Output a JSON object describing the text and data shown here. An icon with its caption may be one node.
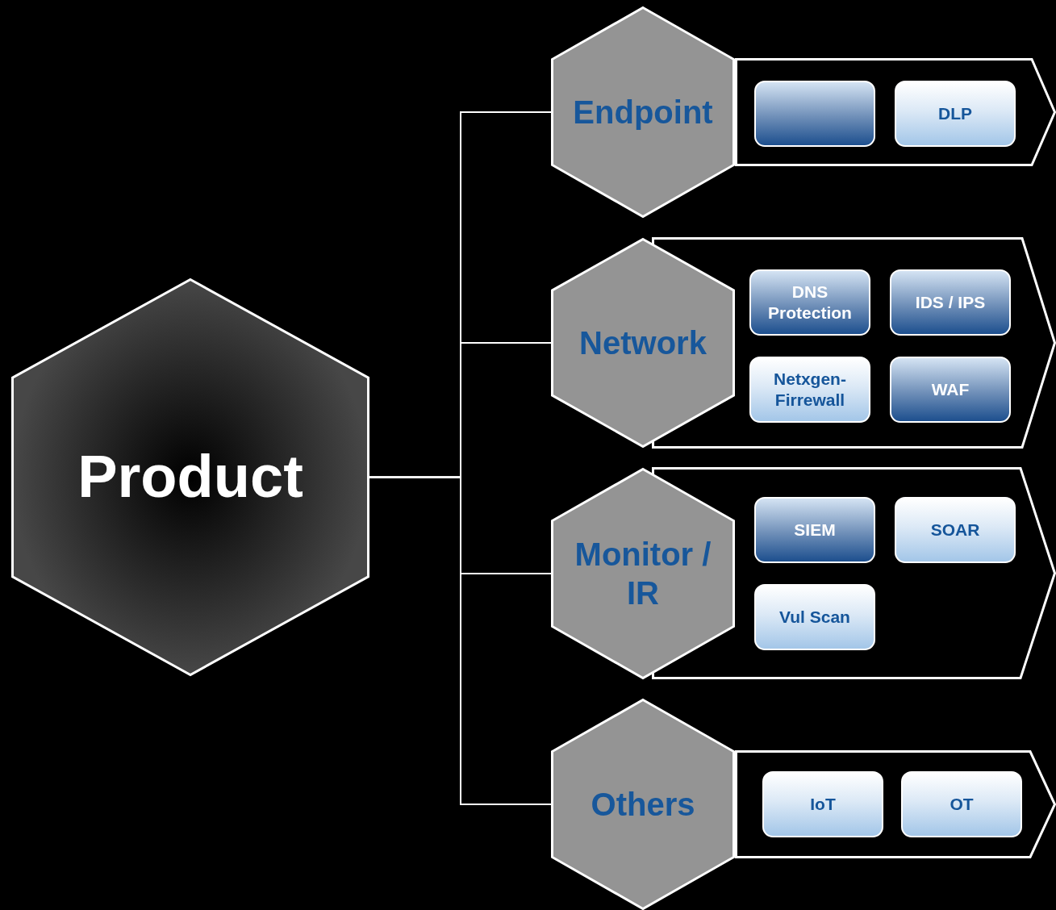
{
  "diagram": {
    "nodes": [
      {
        "text": [
          "Product"
        ]
      },
      {
        "text": [
          "Endpoint"
        ]
      },
      {
        "text": [],
        "shape": "band"
      },
      {
        "text": [],
        "shape": "box",
        "in": 2
      },
      {
        "text": [
          "DLP"
        ],
        "in": 2
      },
      {
        "text": [
          "Network"
        ]
      },
      {
        "text": [],
        "shape": "band"
      },
      {
        "text": [
          "DNS Protection"
        ],
        "in": 6
      },
      {
        "text": [
          "IDS / IPS"
        ],
        "in": 6
      },
      {
        "text": [
          "Netxgen- Firrewall"
        ],
        "in": 6
      },
      {
        "text": [
          "WAF"
        ],
        "in": 6
      },
      {
        "text": [
          "Monitor / IR"
        ]
      },
      {
        "text": [],
        "shape": "band"
      },
      {
        "text": [
          "SIEM"
        ],
        "in": 12
      },
      {
        "text": [
          "SOAR"
        ],
        "in": 12
      },
      {
        "text": [
          "Vul Scan"
        ],
        "in": 12
      },
      {
        "text": [
          "Others"
        ]
      },
      {
        "text": [],
        "shape": "band"
      },
      {
        "text": [
          "IoT"
        ],
        "in": 17
      },
      {
        "text": [
          "OT"
        ],
        "in": 17
      }
    ],
    "edges": [
      {
        "from": 0,
        "to": 1,
        "arrow": "none"
      },
      {
        "from": 0,
        "to": 5,
        "arrow": "none"
      },
      {
        "from": 0,
        "to": 11,
        "arrow": "none"
      },
      {
        "from": 0,
        "to": 16,
        "arrow": "none"
      }
    ]
  }
}
